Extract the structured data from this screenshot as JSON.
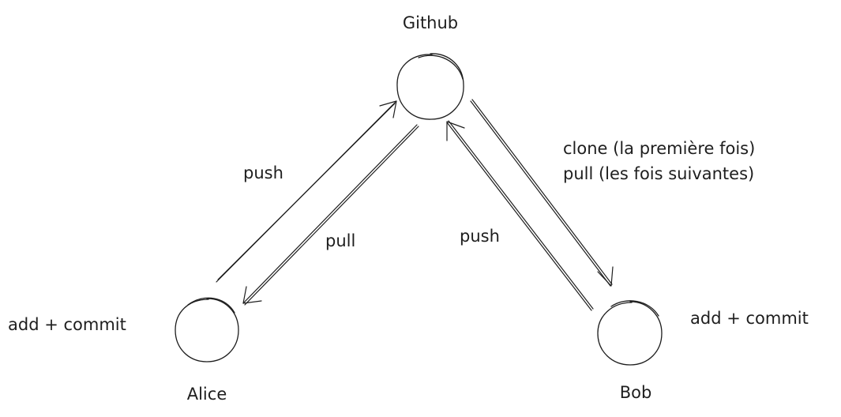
{
  "nodes": {
    "github": {
      "label": "Github"
    },
    "alice": {
      "label": "Alice"
    },
    "bob": {
      "label": "Bob"
    }
  },
  "edges": {
    "alice_push": {
      "label": "push"
    },
    "alice_pull": {
      "label": "pull"
    },
    "bob_pull": {
      "label_line1": "clone (la première fois)",
      "label_line2": "pull (les fois suivantes)"
    },
    "bob_push": {
      "label": "push"
    }
  },
  "notes": {
    "alice_action": "add + commit",
    "bob_action": "add + commit"
  }
}
